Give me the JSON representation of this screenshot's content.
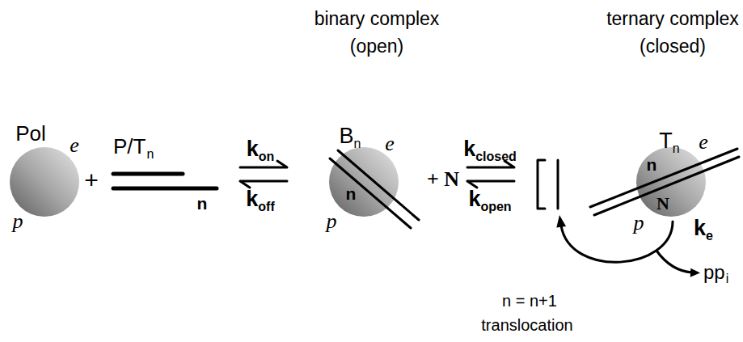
{
  "diagram": {
    "nodes": [
      {
        "text": [
          "Pol",
          "e",
          "p"
        ]
      },
      {
        "text": [
          "binary complex (open)",
          "Bn",
          "e",
          "n",
          "p"
        ]
      },
      {
        "text": [
          "ternary complex (closed)",
          "Tn",
          "e",
          "n",
          "N",
          "p"
        ]
      }
    ],
    "labels": [
      "+",
      "P/T",
      "n",
      "n",
      "kon",
      "koff",
      "+ N",
      "kclosed",
      "kopen",
      "ke",
      "pp",
      "i",
      "n = n+1",
      "translocation"
    ]
  }
}
